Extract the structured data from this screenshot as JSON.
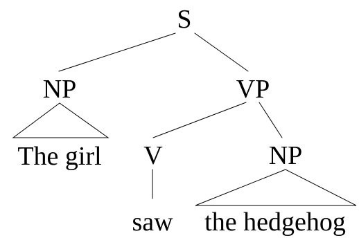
{
  "tree": {
    "root": "S",
    "subject_np": "NP",
    "subject_text": "The girl",
    "vp": "VP",
    "verb": "V",
    "verb_text": "saw",
    "object_np": "NP",
    "object_text": "the hedgehog"
  },
  "colors": {
    "ink": "#000000",
    "background": "#ffffff"
  }
}
